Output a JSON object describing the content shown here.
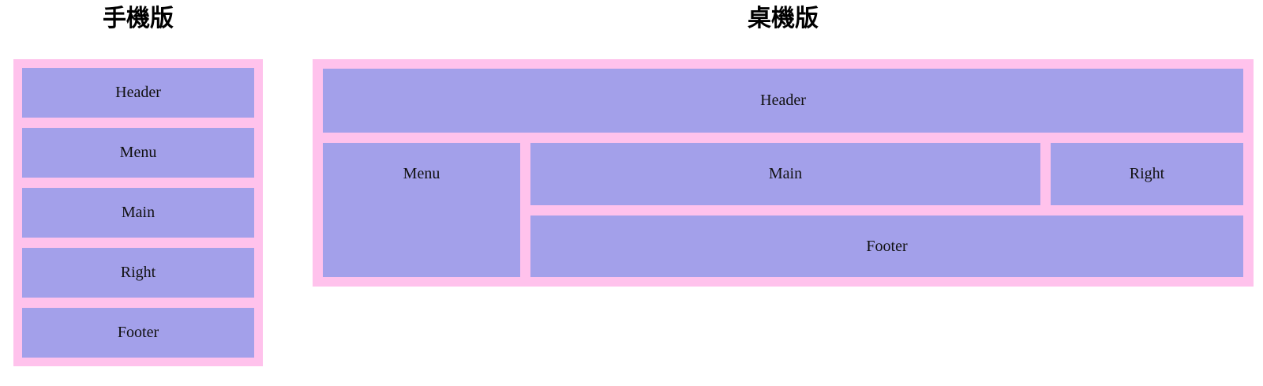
{
  "colors": {
    "container_bg": "#ffc2ec",
    "box_bg": "#a3a0ea",
    "label_text": "#111111",
    "page_bg": "#ffffff"
  },
  "mobile": {
    "title": "手機版",
    "boxes": [
      "Header",
      "Menu",
      "Main",
      "Right",
      "Footer"
    ]
  },
  "desktop": {
    "title": "桌機版",
    "boxes": {
      "header": "Header",
      "menu": "Menu",
      "main": "Main",
      "right": "Right",
      "footer": "Footer"
    }
  }
}
